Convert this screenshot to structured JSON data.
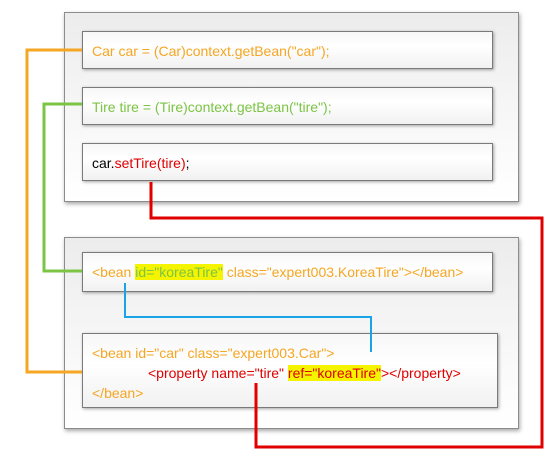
{
  "code": {
    "get_car": "Car car = (Car)context.getBean(\"car\");",
    "get_tire": "Tire tire = (Tire)context.getBean(\"tire\");",
    "set_tire_obj": "car.",
    "set_tire_call": "setTire(tire)",
    "set_tire_end": ";"
  },
  "xml": {
    "tire_bean_open": "<bean ",
    "tire_bean_id": "id=\"koreaTire\"",
    "tire_bean_rest": " class=\"expert003.KoreaTire\"></bean>",
    "car_bean_open": "<bean id=\"car\" class=\"expert003.Car\">",
    "property_prefix": "<property name=\"tire\" ",
    "property_ref": "ref=\"koreaTire\"",
    "property_suffix": "></property>",
    "car_bean_close": "</bean>"
  },
  "colors": {
    "orange": "#f5a623",
    "green": "#7cc444",
    "red": "#e00000",
    "blue": "#1aa3e8",
    "highlight": "#f4f400"
  }
}
